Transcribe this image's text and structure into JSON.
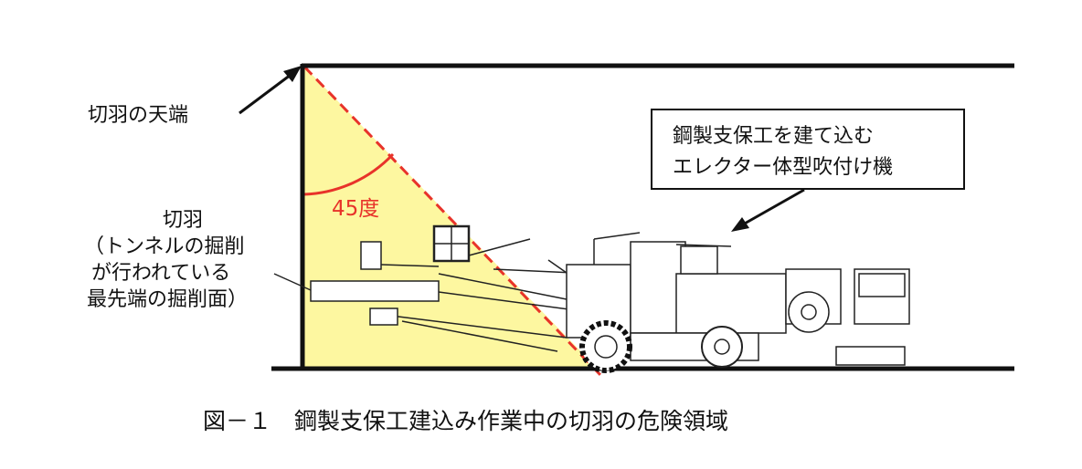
{
  "labels": {
    "crown": "切羽の天端",
    "face_title": "切羽",
    "face_desc": [
      "（トンネルの掘削",
      "が行われている",
      "最先端の掘削面）"
    ],
    "angle": "45度",
    "machine": [
      "鋼製支保工を建て込む",
      "エレクター体型吹付け機"
    ]
  },
  "caption": "図－１　鋼製支保工建込み作業中の切羽の危険領域",
  "colors": {
    "danger_zone": "#fdf7a0",
    "danger_line": "#e8332a",
    "structure": "#111111"
  }
}
